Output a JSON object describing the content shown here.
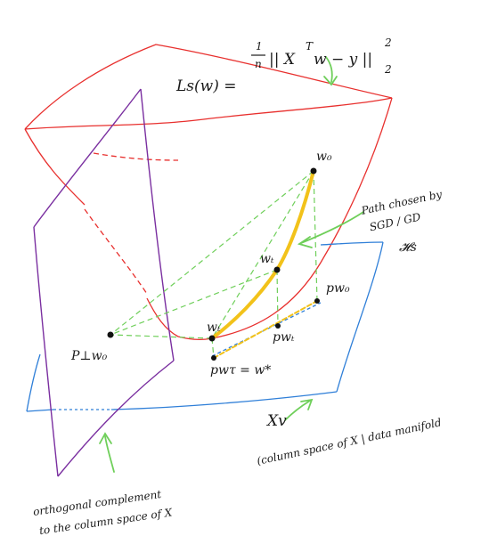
{
  "formula": {
    "lhs": "Ls(w) =",
    "frac_num": "1",
    "frac_den": "n",
    "body": "|| X",
    "sup_t": "T",
    "body2": "w − y ||",
    "sub_2": "2",
    "sup_2": "2"
  },
  "points": {
    "w0": "w₀",
    "wt": "wₜ",
    "wstar": "wₜ",
    "pw0": "pw₀",
    "pwt": "pwₜ",
    "pwtau": "pwτ = w*",
    "pperp": "P⊥w₀"
  },
  "annotations": {
    "path_line1": "Path chosen by",
    "path_line2": "SGD / GD",
    "hs": "𝓗s",
    "xv": "Xv",
    "colspace": "(column space of X | data manifold",
    "ortho_line1": "orthogonal complement",
    "ortho_line2": "to the column space of X"
  },
  "colors": {
    "loss_surface": "#e8302e",
    "column_space": "#2f7fd8",
    "orthogonal_plane": "#7a2fa0",
    "projection_lines": "#6fcf5a",
    "optimization_path": "#f2c21a",
    "arrows": "#6fcf5a",
    "ink": "#1a1a1a"
  }
}
